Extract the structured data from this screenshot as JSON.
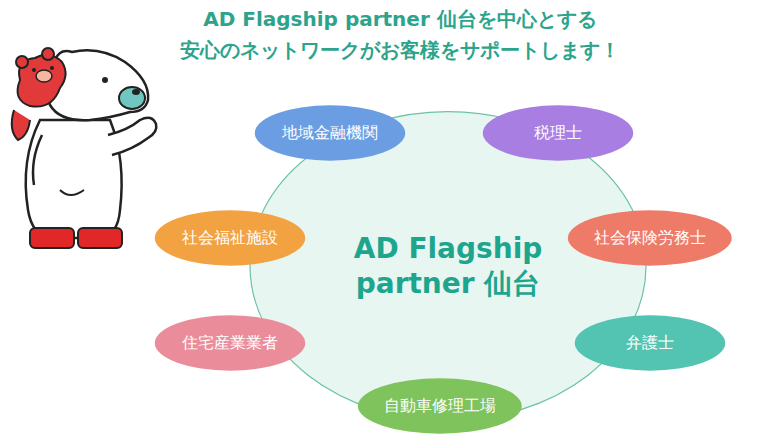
{
  "diagram": {
    "title": "AD Flagship partner 仙台を中心とする 安心のネットワークがお客様をサポートします！",
    "nodes": [
      {
        "text": [
          "AD Flagship partner 仙台"
        ]
      },
      {
        "text": [
          "地域金融機関"
        ]
      },
      {
        "text": [
          "税理士"
        ]
      },
      {
        "text": [
          "社会保険労務士"
        ]
      },
      {
        "text": [
          "弁護士"
        ]
      },
      {
        "text": [
          "自動車修理工場"
        ]
      },
      {
        "text": [
          "住宅産業業者"
        ]
      },
      {
        "text": [
          "社会福祉施設"
        ]
      }
    ]
  }
}
